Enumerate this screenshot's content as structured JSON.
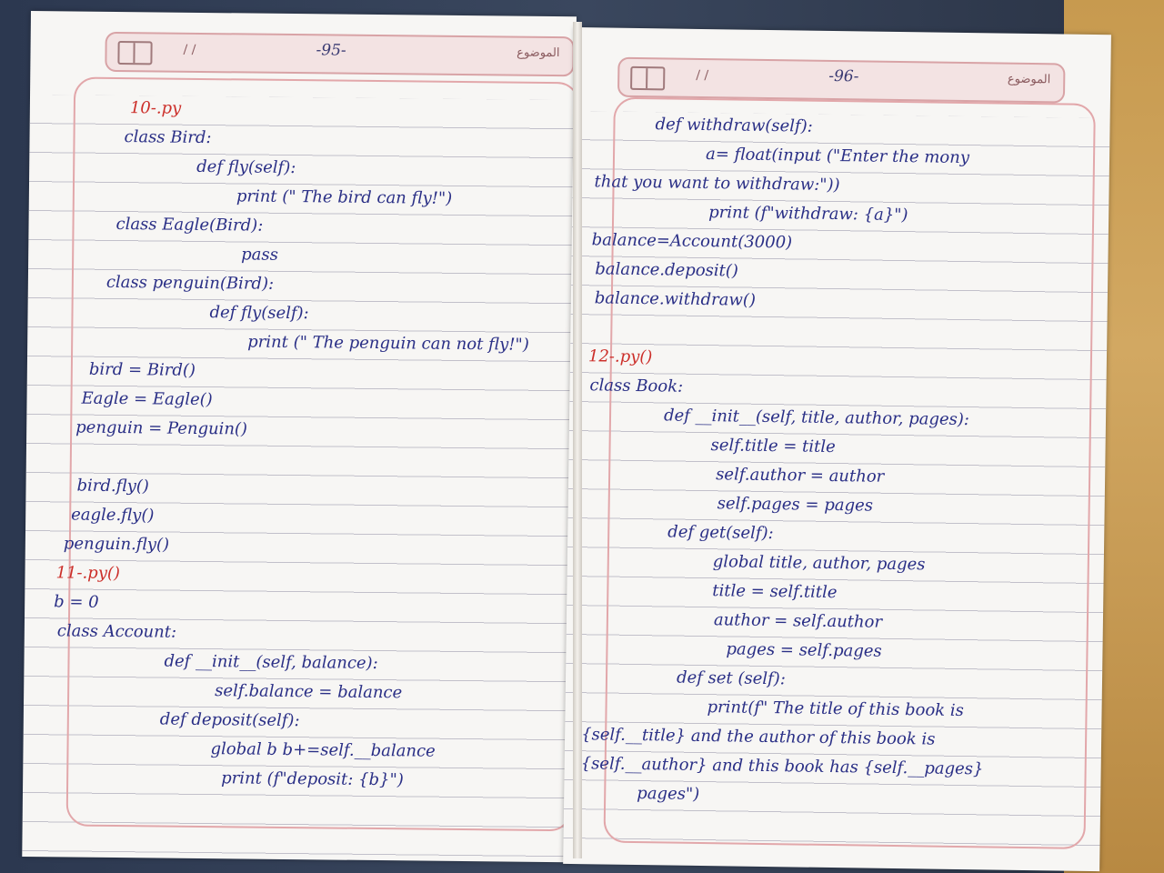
{
  "left_page": {
    "header": {
      "date": "/ /",
      "page_number": "-95-",
      "subject": "الموضوع"
    },
    "lines": [
      {
        "text": "10-.py",
        "indent": 110,
        "color": "red"
      },
      {
        "text": "class Bird:",
        "indent": 104
      },
      {
        "text": "def fly(self):",
        "indent": 184
      },
      {
        "text": "print (\" The bird can fly!\")",
        "indent": 228
      },
      {
        "text": "class Eagle(Bird):",
        "indent": 96
      },
      {
        "text": "pass",
        "indent": 234
      },
      {
        "text": "class penguin(Bird):",
        "indent": 86
      },
      {
        "text": "def fly(self):",
        "indent": 200
      },
      {
        "text": "print (\" The penguin can not fly!\")",
        "indent": 242
      },
      {
        "text": "bird = Bird()",
        "indent": 68
      },
      {
        "text": "Eagle = Eagle()",
        "indent": 60
      },
      {
        "text": "penguin = Penguin()",
        "indent": 54
      },
      {
        "text": "",
        "indent": 0
      },
      {
        "text": "bird.fly()",
        "indent": 56
      },
      {
        "text": "eagle.fly()",
        "indent": 50
      },
      {
        "text": "penguin.fly()",
        "indent": 42
      },
      {
        "text": "11-.py()",
        "indent": 34,
        "color": "red"
      },
      {
        "text": "b = 0",
        "indent": 32
      },
      {
        "text": "class Account:",
        "indent": 36
      },
      {
        "text": "def __init__(self, balance):",
        "indent": 154
      },
      {
        "text": "self.balance = balance",
        "indent": 210
      },
      {
        "text": "def deposit(self):",
        "indent": 150
      },
      {
        "text": "global b        b+=self.__balance",
        "indent": 206
      },
      {
        "text": "print (f\"deposit: {b}\")",
        "indent": 218
      }
    ]
  },
  "right_page": {
    "header": {
      "date": "/ /",
      "page_number": "-96-",
      "subject": "الموضوع"
    },
    "lines": [
      {
        "text": "def withdraw(self):",
        "indent": 90
      },
      {
        "text": "a= float(input (\"Enter the mony",
        "indent": 146
      },
      {
        "text": "that you want to withdraw:\"))",
        "indent": 24
      },
      {
        "text": "print (f\"withdraw: {a}\")",
        "indent": 150
      },
      {
        "text": "balance=Account(3000)",
        "indent": 22
      },
      {
        "text": "balance.deposit()",
        "indent": 26
      },
      {
        "text": "balance.withdraw()",
        "indent": 26
      },
      {
        "text": "",
        "indent": 0
      },
      {
        "text": "12-.py()",
        "indent": 20,
        "color": "red"
      },
      {
        "text": "class Book:",
        "indent": 22
      },
      {
        "text": "def __init__(self, title, author, pages):",
        "indent": 104
      },
      {
        "text": "self.title = title",
        "indent": 156
      },
      {
        "text": "self.author = author",
        "indent": 162
      },
      {
        "text": "self.pages = pages",
        "indent": 164
      },
      {
        "text": "def get(self):",
        "indent": 110
      },
      {
        "text": "global title, author, pages",
        "indent": 160
      },
      {
        "text": "title = self.title",
        "indent": 160
      },
      {
        "text": "author = self.author",
        "indent": 162
      },
      {
        "text": "pages = self.pages",
        "indent": 176
      },
      {
        "text": "def set (self):",
        "indent": 122
      },
      {
        "text": "print(f\" The title of this book is",
        "indent": 156
      },
      {
        "text": "{self.__title} and the author of this book is",
        "indent": 18
      },
      {
        "text": "{self.__author} and this book has {self.__pages}",
        "indent": 18
      },
      {
        "text": "pages\")",
        "indent": 80
      }
    ]
  }
}
